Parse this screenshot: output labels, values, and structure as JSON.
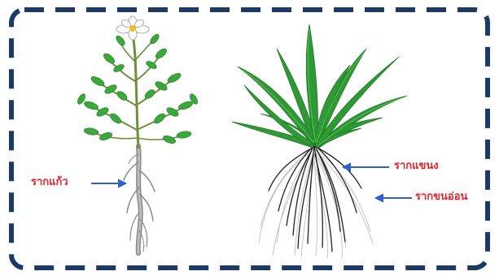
{
  "diagram": {
    "labels": {
      "taproot": "รากแก้ว",
      "fibrous_root": "รากแขนง",
      "root_hair": "รากขนอ่อน"
    },
    "colors": {
      "border": "#1c3a66",
      "label_text": "#e8232a",
      "arrow": "#2d5fd6",
      "leaf": "#3aa83a",
      "leaf_dark": "#1f7a22",
      "stem": "#6f8f3a",
      "root": "#8a8a8a",
      "fibrous_root": "#222222",
      "flower_petal": "#ffffff",
      "flower_center": "#f2c21b"
    }
  }
}
